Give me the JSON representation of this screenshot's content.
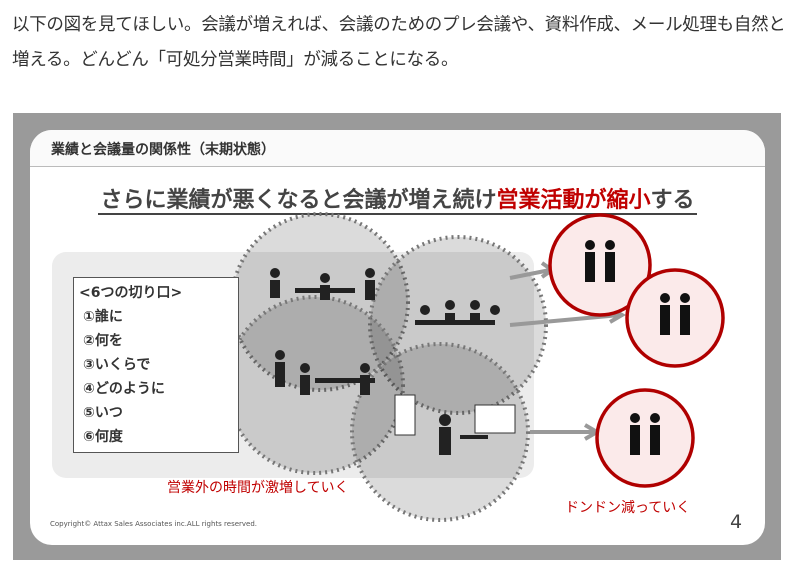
{
  "article": {
    "paragraph": "以下の図を見てほしい。会議が増えれば、会議のためのプレ会議や、資料作成、メール処理も自然と増える。どんどん「可処分営業時間」が減ることになる。"
  },
  "slide": {
    "header": "業績と会議量の関係性（末期状態）",
    "headline_black": "さらに業績が悪くなると会議が増え続け",
    "headline_red": "営業活動が縮小",
    "headline_tail": "する",
    "box_title": "<6つの切り口>",
    "box_items": [
      "①誰に",
      "②何を",
      "③いくらで",
      "④どのように",
      "⑤いつ",
      "⑥何度"
    ],
    "label_left": "営業外の時間が激増していく",
    "label_right": "ドンドン減っていく",
    "copyright": "Copyright© Attax Sales Associates inc.ALL rights reserved.",
    "page_number": "4",
    "colors": {
      "accent": "#c00000",
      "slide_bg": "#9a9a9a"
    }
  }
}
